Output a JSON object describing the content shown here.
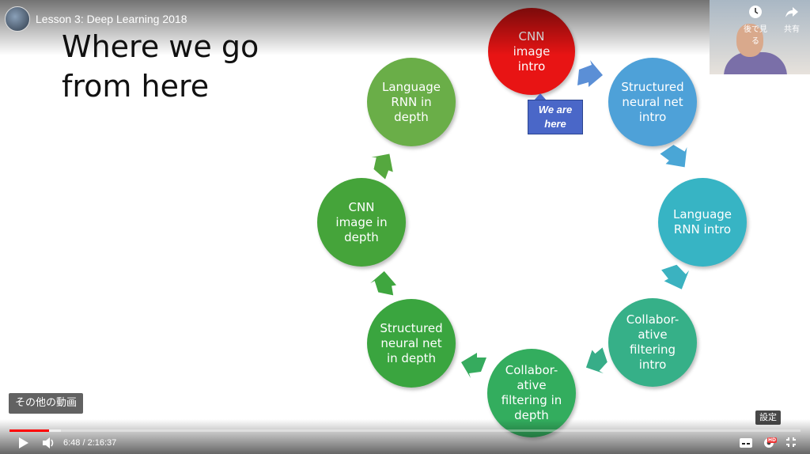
{
  "video": {
    "title": "Lesson 3: Deep Learning 2018",
    "more_videos_label": "その他の動画",
    "watch_later_label": "後で見る",
    "share_label": "共有",
    "settings_tooltip": "設定",
    "time_current": "6:48",
    "time_separator": " / ",
    "time_total": "2:16:37",
    "progress_fraction": 0.05,
    "buffer_fraction": 0.065
  },
  "slide": {
    "title": "Where we go\nfrom here",
    "marker_label": "We are\nhere",
    "nodes": [
      {
        "label": "CNN\nimage\nintro",
        "color": "#e81414"
      },
      {
        "label": "Structured\nneural net\nintro",
        "color": "#4ea1d8"
      },
      {
        "label": "Language\nRNN intro",
        "color": "#37b4c4"
      },
      {
        "label": "Collabor-\native\nfiltering\nintro",
        "color": "#36b088"
      },
      {
        "label": "Collabor-\native\nfiltering in\ndepth",
        "color": "#33ad5e"
      },
      {
        "label": "Structured\nneural net\nin depth",
        "color": "#3aa53f"
      },
      {
        "label": "CNN\nimage in\ndepth",
        "color": "#45a43a"
      },
      {
        "label": "Language\nRNN in\ndepth",
        "color": "#6aae48"
      }
    ]
  },
  "icons": {
    "accent": "#ff0000",
    "clock": "clock-icon",
    "share": "share-icon",
    "play": "play-icon",
    "volume": "volume-icon",
    "captions": "captions-icon",
    "settings": "gear-icon",
    "exit_fullscreen": "exit-fullscreen-icon"
  }
}
